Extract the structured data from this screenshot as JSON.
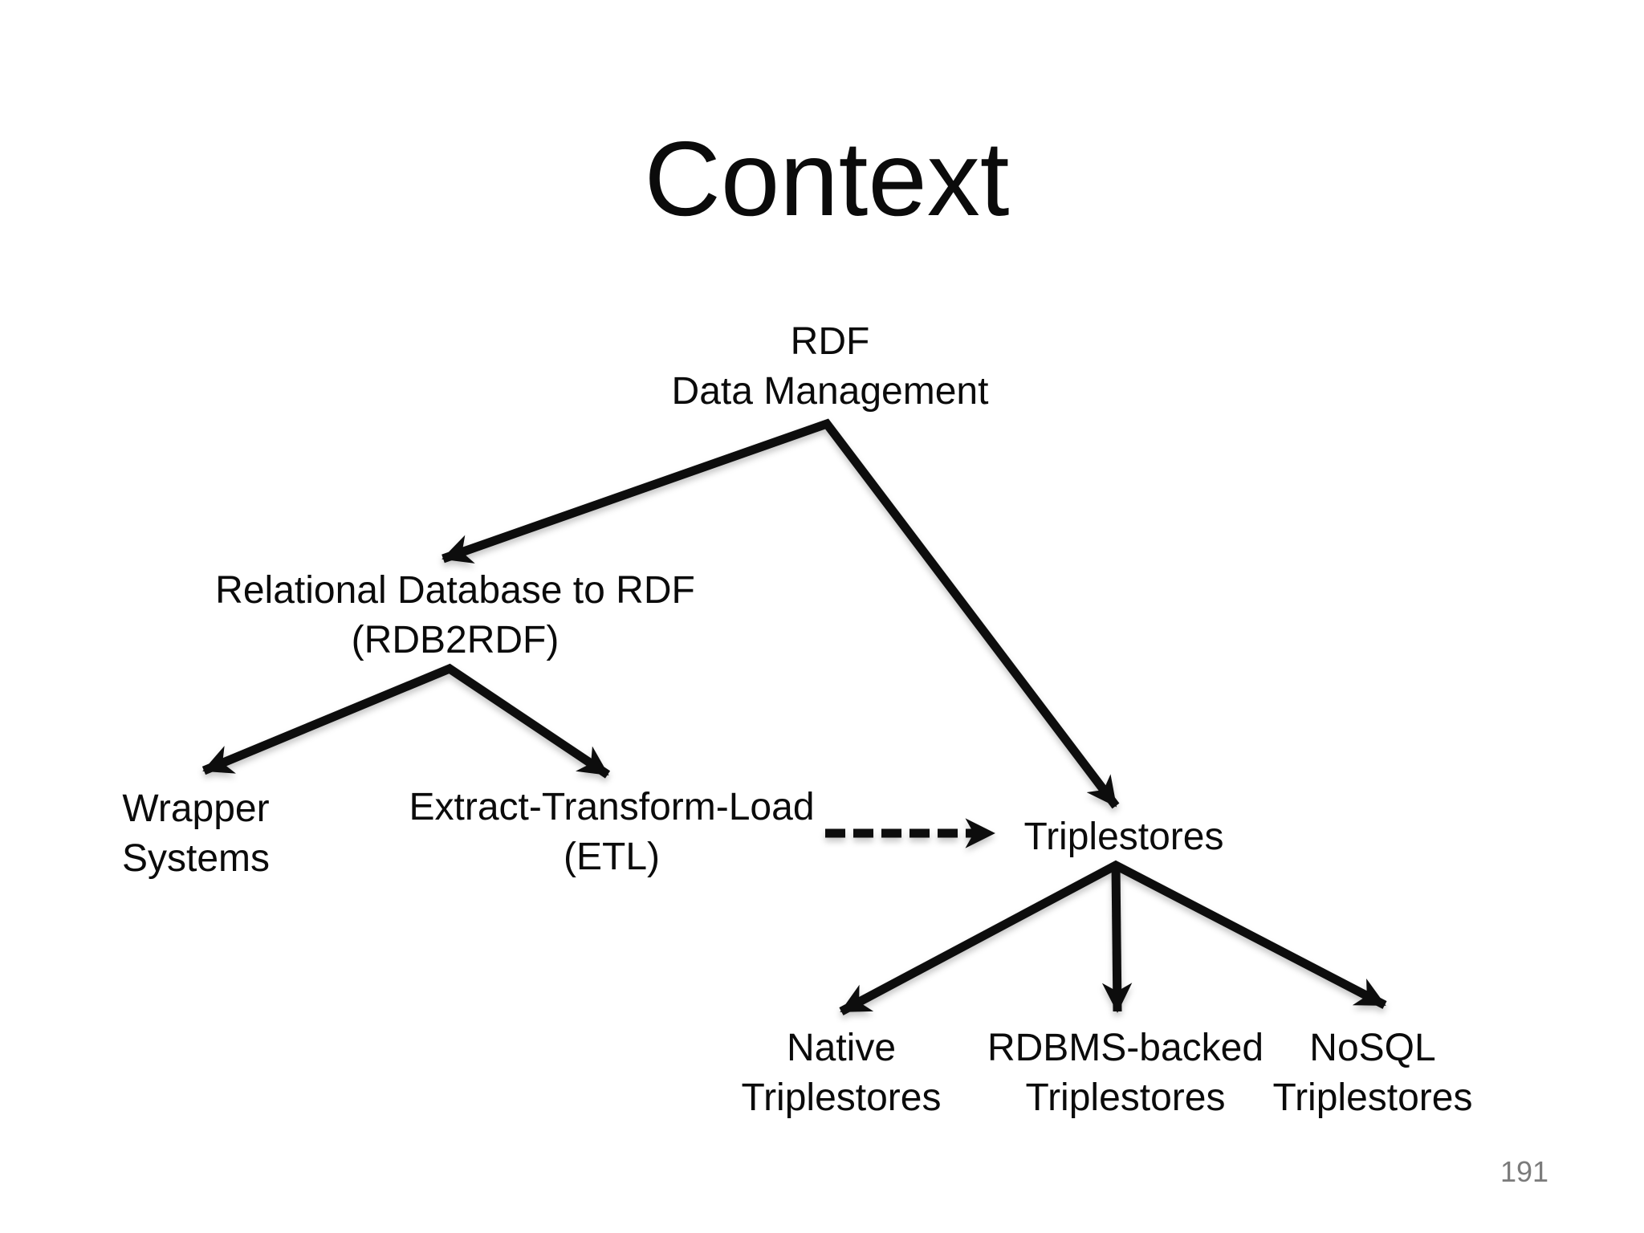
{
  "slide": {
    "title": "Context",
    "page_number": "191"
  },
  "colors": {
    "background": "#ffffff",
    "text": "#0b0b0b",
    "arrow": "#0b0b0b",
    "page_number": "#7b7b7b"
  },
  "nodes": {
    "root": {
      "line1": "RDF",
      "line2": "Data Management"
    },
    "rdb2rdf": {
      "line1": "Relational Database to RDF",
      "line2": "(RDB2RDF)"
    },
    "wrapper": {
      "line1": "Wrapper",
      "line2": "Systems"
    },
    "etl": {
      "line1": "Extract-Transform-Load",
      "line2": "(ETL)"
    },
    "triplestores": {
      "line1": "Triplestores",
      "line2": ""
    },
    "native": {
      "line1": "Native",
      "line2": "Triplestores"
    },
    "rdbms": {
      "line1": "RDBMS-backed",
      "line2": "Triplestores"
    },
    "nosql": {
      "line1": "NoSQL",
      "line2": "Triplestores"
    }
  },
  "diagram": {
    "type": "tree",
    "edges": [
      {
        "from": "root",
        "to": "rdb2rdf",
        "style": "solid"
      },
      {
        "from": "root",
        "to": "triplestores",
        "style": "solid"
      },
      {
        "from": "rdb2rdf",
        "to": "wrapper",
        "style": "solid"
      },
      {
        "from": "rdb2rdf",
        "to": "etl",
        "style": "solid"
      },
      {
        "from": "etl",
        "to": "triplestores",
        "style": "dashed"
      },
      {
        "from": "triplestores",
        "to": "native",
        "style": "solid"
      },
      {
        "from": "triplestores",
        "to": "rdbms",
        "style": "solid"
      },
      {
        "from": "triplestores",
        "to": "nosql",
        "style": "solid"
      }
    ]
  }
}
